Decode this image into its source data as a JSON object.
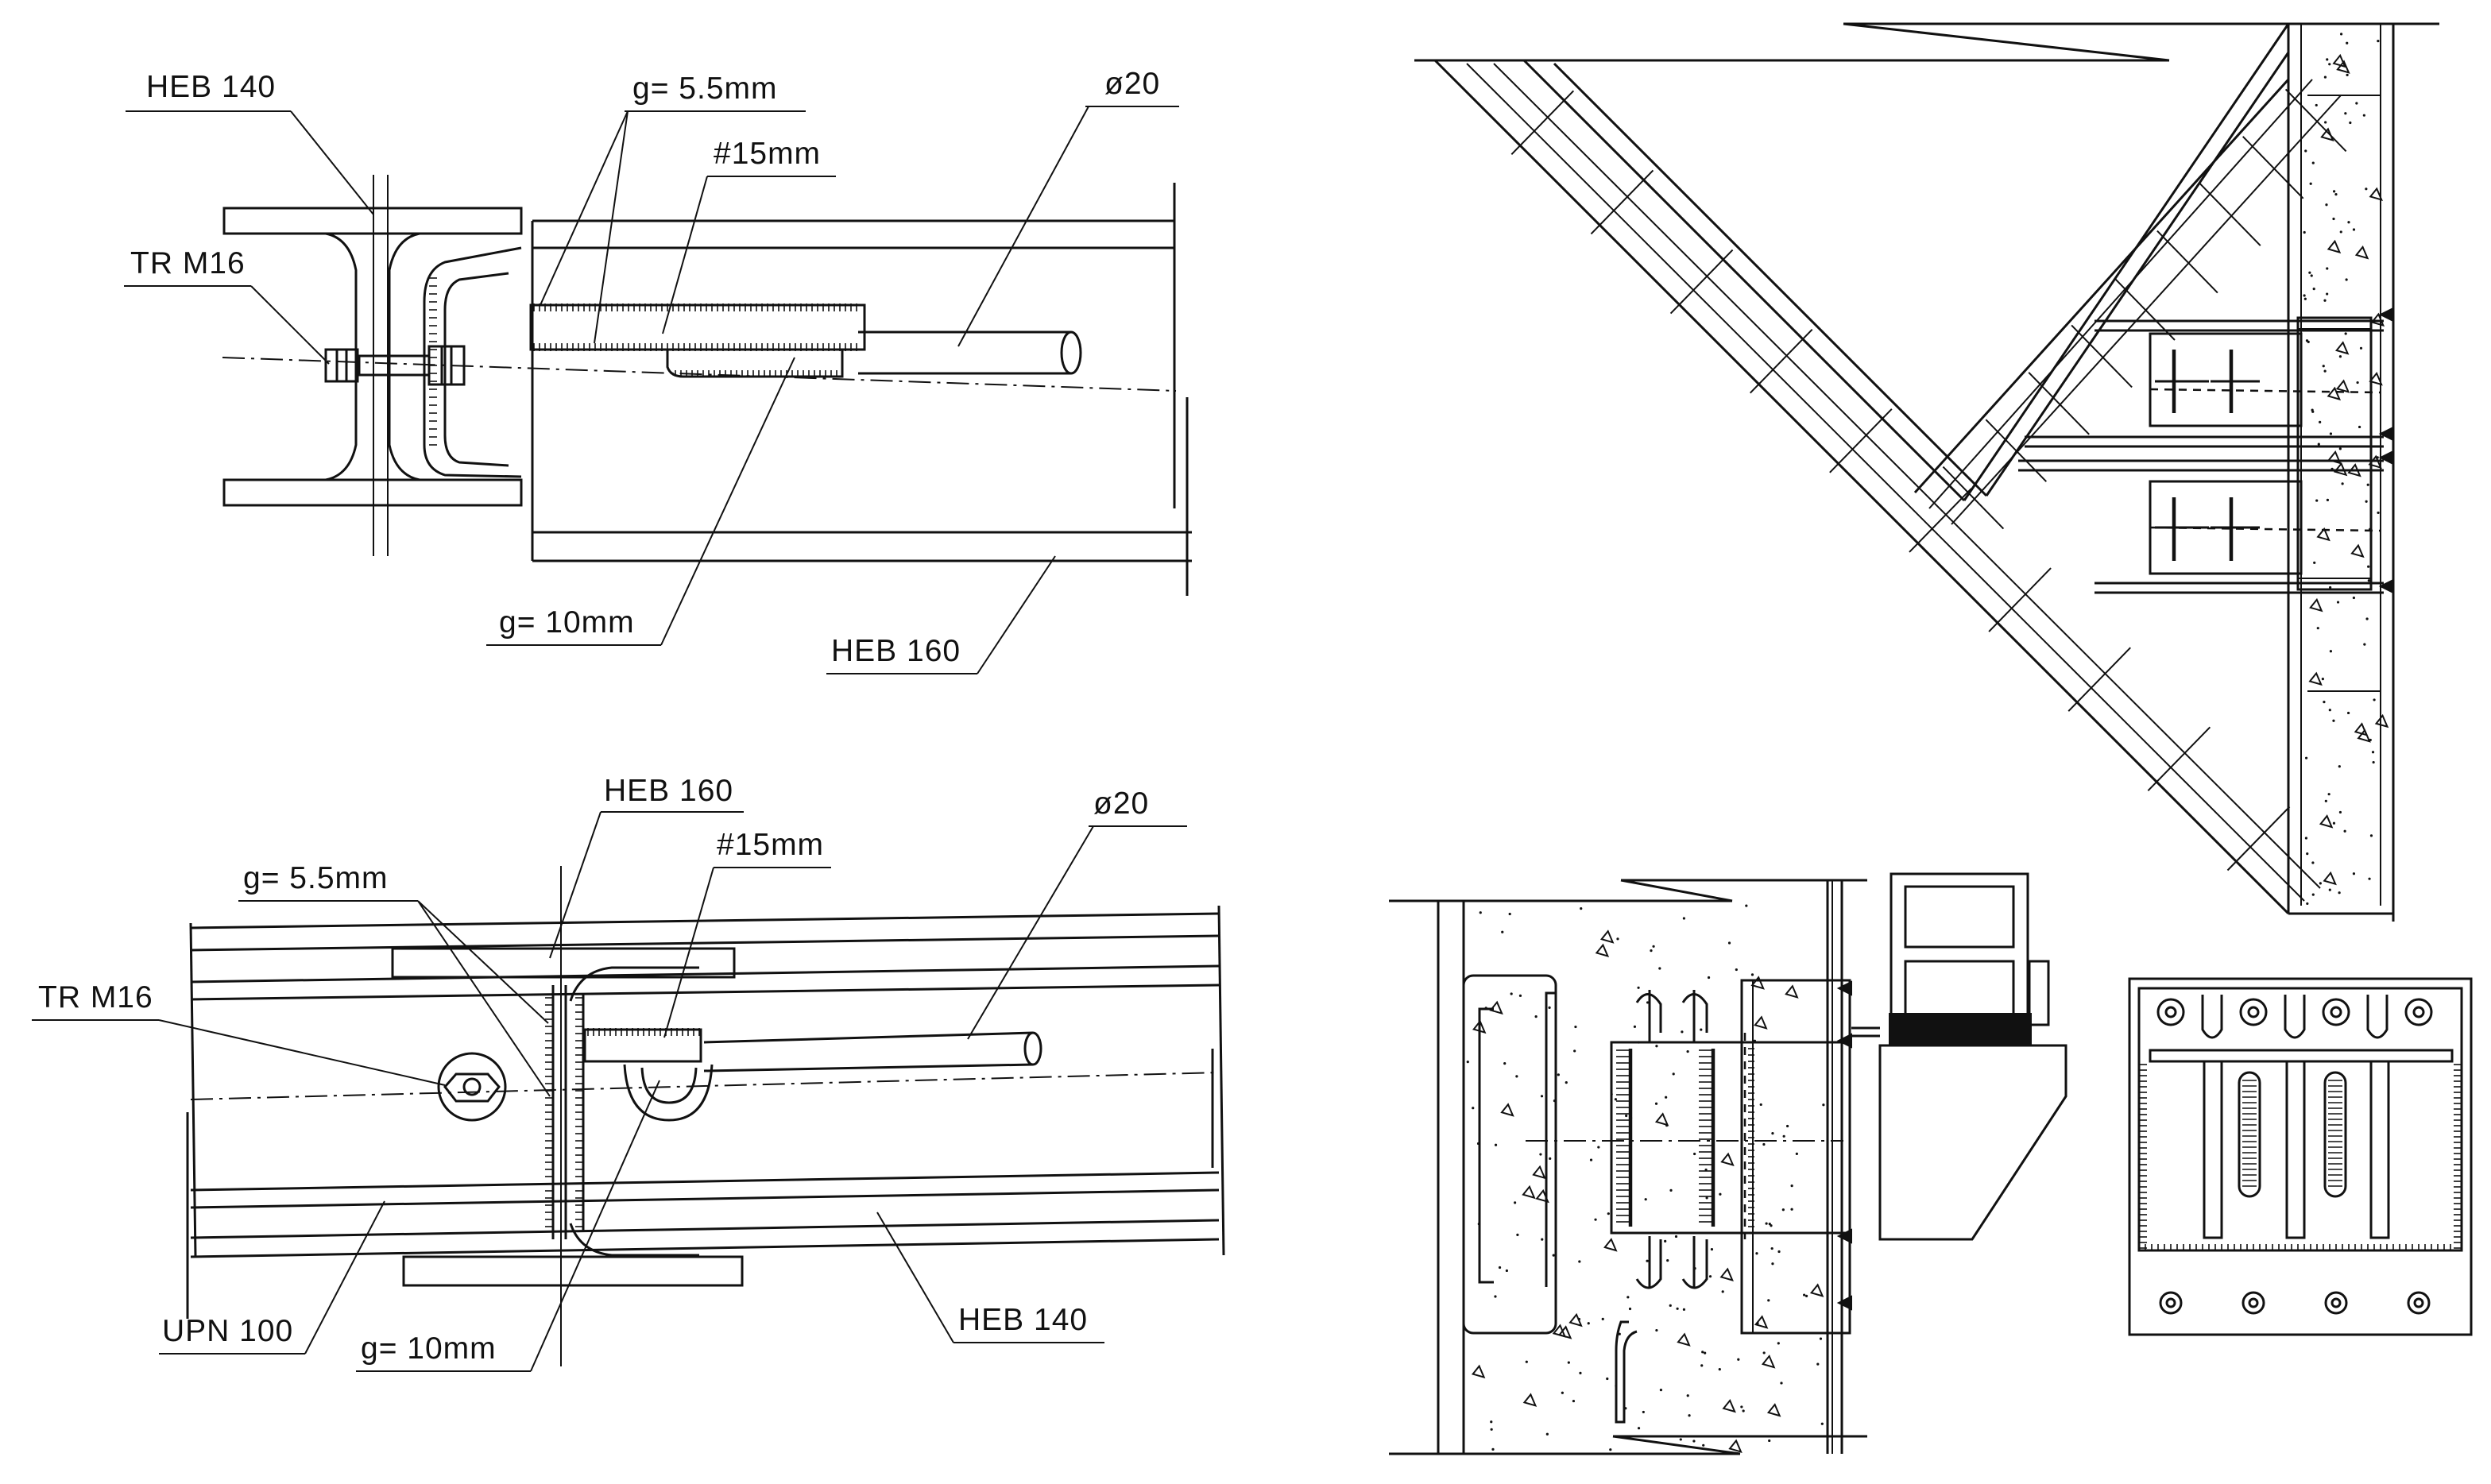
{
  "detail_a": {
    "labels": {
      "heb140": "HEB 140",
      "tr_m16": "TR M16",
      "g55": "g= 5.5mm",
      "hash15": "#15mm",
      "phi20": "ø20",
      "g10": "g= 10mm",
      "heb160": "HEB 160"
    }
  },
  "detail_b": {
    "labels": {
      "heb160": "HEB 160",
      "g55": "g= 5.5mm",
      "hash15": "#15mm",
      "phi20": "ø20",
      "tr_m16": "TR M16",
      "upn100": "UPN 100",
      "g10": "g= 10mm",
      "heb140": "HEB 140"
    }
  },
  "detail_c": {},
  "detail_d": {},
  "detail_e": {}
}
